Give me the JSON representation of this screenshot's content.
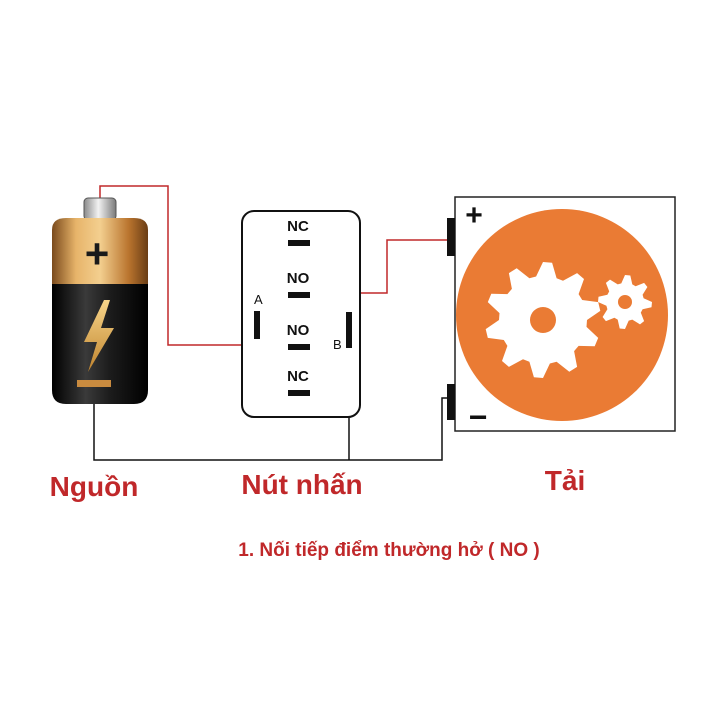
{
  "colors": {
    "label_red": "#c0282a",
    "wire_red": "#c0282a",
    "wire_black": "#111111",
    "load_orange": "#ea7b34",
    "battery_gold": "#c98b3f",
    "battery_black": "#1a1a1a"
  },
  "battery": {
    "plus_sign": "+",
    "icon": "lightning-bolt-icon",
    "label": "Nguồn"
  },
  "switch": {
    "terminals": [
      "NC",
      "NO",
      "NO",
      "NC"
    ],
    "contact_a": "A",
    "contact_b": "B",
    "label": "Nút nhấn"
  },
  "load": {
    "plus_sign": "+",
    "minus_sign": "−",
    "icon": "gears-icon",
    "label": "Tải"
  },
  "caption": "1. Nối tiếp điểm thường hở ( NO )"
}
